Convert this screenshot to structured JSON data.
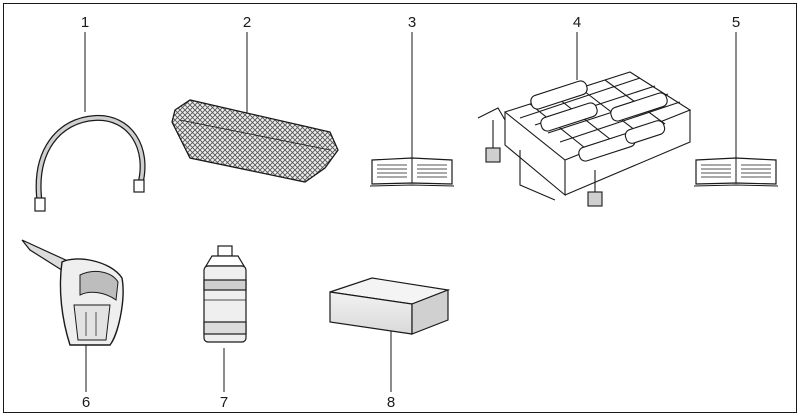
{
  "callouts": [
    {
      "id": "1",
      "label": "1",
      "item": "drain-hose-icon"
    },
    {
      "id": "2",
      "label": "2",
      "item": "filter-mat-icon"
    },
    {
      "id": "3",
      "label": "3",
      "item": "manual-book-icon"
    },
    {
      "id": "4",
      "label": "4",
      "item": "wire-basket-rack-icon"
    },
    {
      "id": "5",
      "label": "5",
      "item": "manual-book-icon"
    },
    {
      "id": "6",
      "label": "6",
      "item": "salt-funnel-icon"
    },
    {
      "id": "7",
      "label": "7",
      "item": "rinse-aid-bottle-icon"
    },
    {
      "id": "8",
      "label": "8",
      "item": "sponge-block-icon"
    }
  ],
  "colors": {
    "stroke": "#1a1a1a",
    "fill_light": "#efefef",
    "fill_grey": "#cfcfcf",
    "hatch": "#6a6a6a"
  }
}
